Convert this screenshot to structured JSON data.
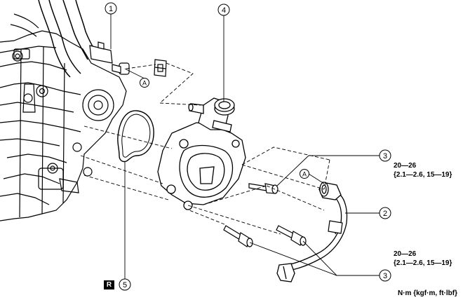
{
  "callouts": [
    {
      "id": "c1",
      "label": "1"
    },
    {
      "id": "c4",
      "label": "4"
    },
    {
      "id": "c3a",
      "label": "3"
    },
    {
      "id": "c2",
      "label": "2"
    },
    {
      "id": "c3b",
      "label": "3"
    },
    {
      "id": "c5",
      "label": "5"
    }
  ],
  "reference_marks": [
    {
      "id": "a1",
      "label": "A"
    },
    {
      "id": "a2",
      "label": "A"
    }
  ],
  "torque_specs": [
    {
      "line1": "20—26",
      "line2": "{2.1—2.6, 15—19}"
    },
    {
      "line1": "20—26",
      "line2": "{2.1—2.6, 15—19}"
    }
  ],
  "units_note": "N·m {kgf·m, ft·lbf}",
  "badge": "R",
  "colors": {
    "line": "#000000",
    "fill": "#ffffff",
    "badge_bg": "#000000",
    "badge_fg": "#ffffff"
  }
}
